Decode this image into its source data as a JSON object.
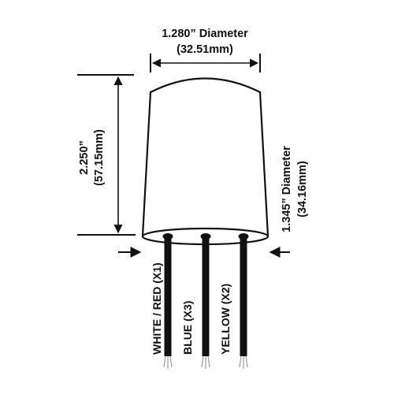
{
  "dimensions": {
    "top_diameter": {
      "label": "1.280” Diameter",
      "metric": "(32.51mm)"
    },
    "height": {
      "label": "2.250”",
      "metric": "(57.15mm)"
    },
    "bottom_diameter": {
      "label": "1.345” Diameter",
      "metric": "(34.16mm)"
    }
  },
  "wires": [
    {
      "label": "WHITE / RED (X1)"
    },
    {
      "label": "BLUE (X3)"
    },
    {
      "label": "YELLOW (X2)"
    }
  ],
  "colors": {
    "line": "#111111",
    "background": "#ffffff",
    "wire_strand": "#9a9a9a"
  }
}
